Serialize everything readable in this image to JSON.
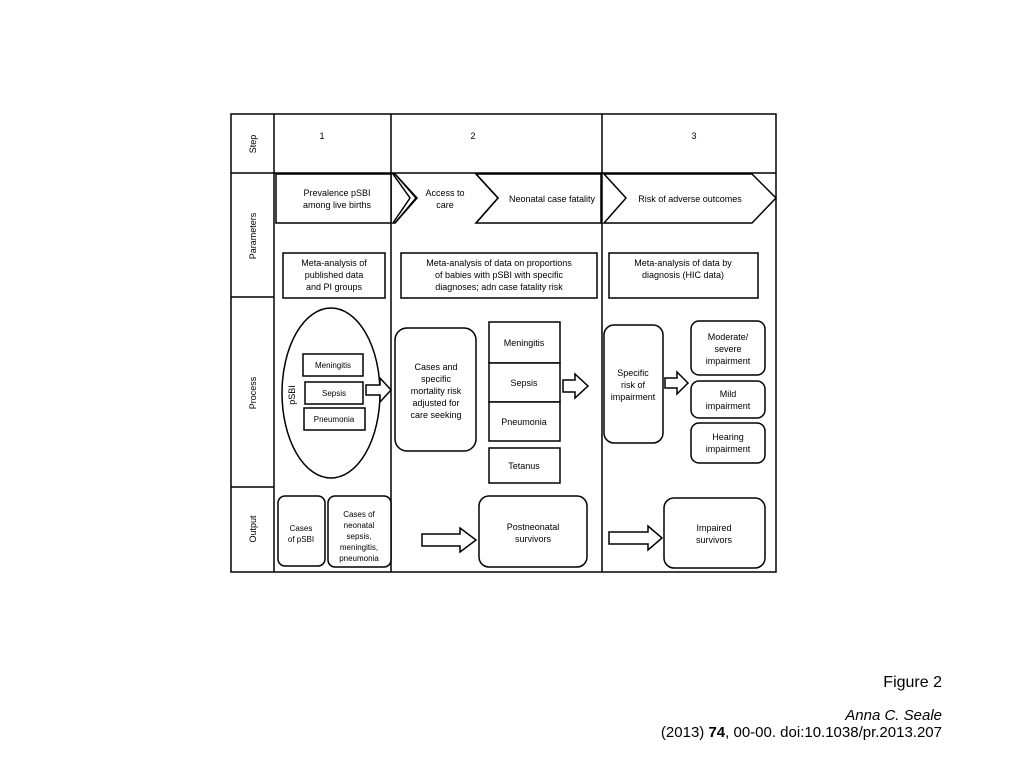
{
  "figure": {
    "rows": {
      "step": "Step",
      "parameters": "Parameters",
      "process": "Process",
      "output": "Output"
    },
    "steps": [
      "1",
      "2",
      "3"
    ],
    "parameters": {
      "prevalence": [
        "Prevalence pSBI",
        "among live births"
      ],
      "access": [
        "Access to",
        "care"
      ],
      "fatality": [
        "Neonatal case fatality"
      ],
      "adverse": [
        "Risk of adverse outcomes"
      ]
    },
    "methods": {
      "m1": [
        "Meta-analysis of",
        "published data",
        "and PI groups"
      ],
      "m2": [
        "Meta-analysis of data on proportions",
        "of babies with pSBI with specific",
        "diagnoses; adn case fatality risk"
      ],
      "m3": [
        "Meta-analysis of data by",
        "diagnosis (HIC data)"
      ]
    },
    "process": {
      "psbi_label": "pSBI",
      "psbi_items": [
        "Meningitis",
        "Sepsis",
        "Pneumonia"
      ],
      "cases_specific": [
        "Cases and",
        "specific",
        "mortality risk",
        "adjusted for",
        "care seeking"
      ],
      "diagnoses": [
        "Meningitis",
        "Sepsis",
        "Pneumonia",
        "Tetanus"
      ],
      "specific_risk": [
        "Specific",
        "risk of",
        "impairment"
      ],
      "impairments": {
        "moderate": [
          "Moderate/",
          "severe",
          "impairment"
        ],
        "mild": [
          "Mild",
          "impairment"
        ],
        "hearing": [
          "Hearing",
          "impairment"
        ]
      }
    },
    "output": {
      "cases_psbi": [
        "Cases",
        "of pSBI"
      ],
      "cases_neonatal": [
        "Cases of",
        "neonatal",
        "sepsis,",
        "meningitis,",
        "pneumonia"
      ],
      "postneonatal": [
        "Postneonatal",
        "survivors"
      ],
      "impaired": [
        "Impaired",
        "survivors"
      ]
    }
  },
  "caption": {
    "figure_label": "Figure 2",
    "author": "Anna C. Seale",
    "year": "(2013)",
    "volume": "74",
    "rest": ", 00-00. doi:10.1038/pr.2013.207"
  }
}
